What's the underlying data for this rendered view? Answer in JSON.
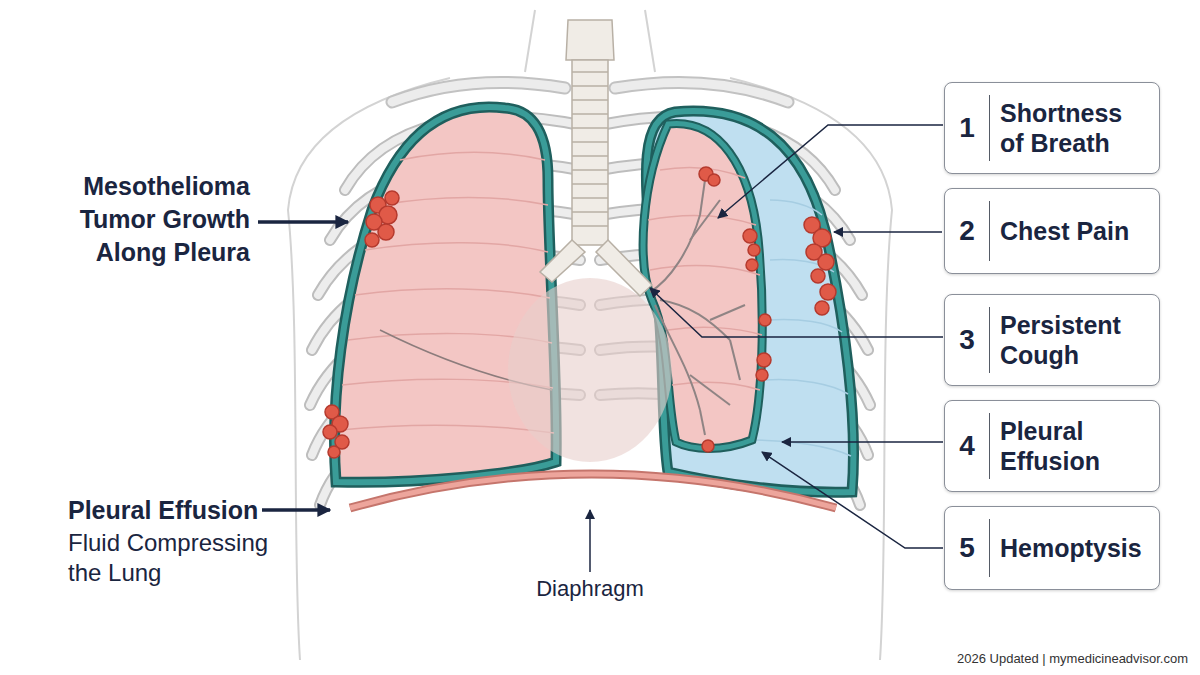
{
  "diagram": {
    "nodes": [
      {
        "text": [
          "1",
          "Shortness of Breath"
        ]
      },
      {
        "text": [
          "2",
          "Chest Pain"
        ]
      },
      {
        "text": [
          "3",
          "Persistent Cough"
        ]
      },
      {
        "text": [
          "4",
          "Pleural Effusion"
        ]
      },
      {
        "text": [
          "5",
          "Hemoptysis"
        ]
      }
    ],
    "labels": [
      "Mesothelioma Tumor Growth Along Pleura",
      "Pleural Effusion",
      "Fluid Compressing the Lung",
      "Diaphragm",
      "2026 Updated | mymedicineadvisor.com"
    ]
  }
}
